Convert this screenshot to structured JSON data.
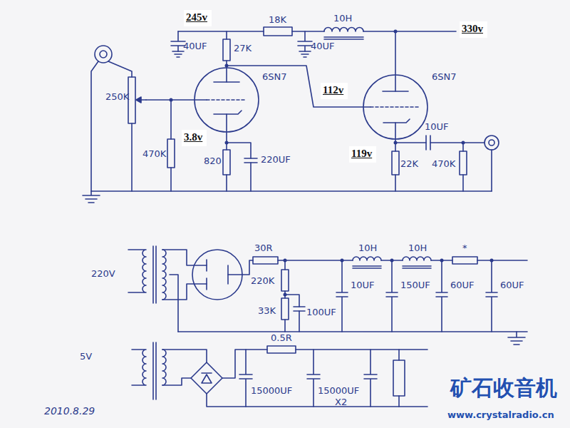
{
  "diagram": {
    "labels": [
      "245v",
      "40UF",
      "27K",
      "18K",
      "40UF",
      "10H",
      "330v",
      "250K",
      "6SN7",
      "112v",
      "6SN7",
      "3.8v",
      "470K",
      "820",
      "220UF",
      "119v",
      "10UF",
      "22K",
      "470K",
      "220V",
      "30R",
      "10H",
      "10H",
      "*",
      "220K",
      "33K",
      "100UF",
      "10UF",
      "150UF",
      "60UF",
      "60UF",
      "5V",
      "15000UF",
      "0.5R",
      "15000UF",
      "X2",
      "2010.8.29",
      "矿石收音机",
      "www.crystalradio.cn"
    ]
  }
}
